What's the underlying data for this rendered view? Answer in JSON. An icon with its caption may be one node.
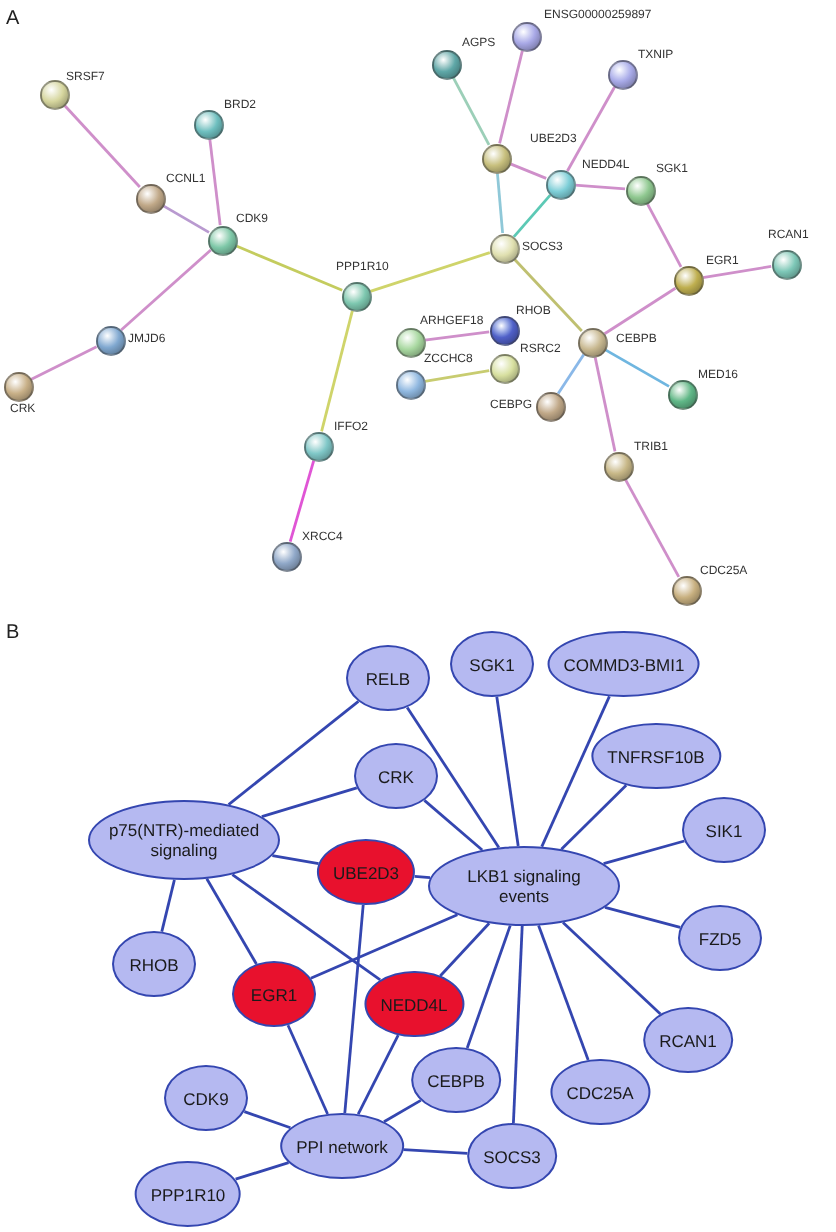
{
  "diagram": {
    "nodes": [
      {
        "text": [],
        "shape": "circle",
        "beside": [
          "ENSG00000259897"
        ]
      },
      {
        "text": [],
        "shape": "circle",
        "beside": [
          "AGPS"
        ]
      },
      {
        "text": [],
        "shape": "circle",
        "beside": [
          "TXNIP"
        ]
      },
      {
        "text": [],
        "shape": "circle",
        "beside": [
          "SRSF7"
        ]
      },
      {
        "text": [],
        "shape": "circle",
        "beside": [
          "BRD2"
        ]
      },
      {
        "text": [],
        "shape": "circle",
        "beside": [
          "UBE2D3"
        ]
      },
      {
        "text": [],
        "shape": "circle",
        "beside": [
          "NEDD4L"
        ]
      },
      {
        "text": [],
        "shape": "circle",
        "beside": [
          "SGK1"
        ]
      },
      {
        "text": [],
        "shape": "circle",
        "beside": [
          "CCNL1"
        ]
      },
      {
        "text": [],
        "shape": "circle",
        "beside": [
          "CDK9"
        ]
      },
      {
        "text": [],
        "shape": "circle",
        "beside": [
          "SOCS3"
        ]
      },
      {
        "text": [],
        "shape": "circle",
        "beside": [
          "RCAN1"
        ]
      },
      {
        "text": [],
        "shape": "circle",
        "beside": [
          "EGR1"
        ]
      },
      {
        "text": [],
        "shape": "circle",
        "beside": [
          "PPP1R10"
        ]
      },
      {
        "text": [],
        "shape": "circle",
        "beside": [
          "RHOB"
        ]
      },
      {
        "text": [],
        "shape": "circle",
        "beside": [
          "JMJD6"
        ]
      },
      {
        "text": [],
        "shape": "circle",
        "beside": [
          "ARHGEF18"
        ]
      },
      {
        "text": [],
        "shape": "circle",
        "beside": [
          "CEBPB"
        ]
      },
      {
        "text": [],
        "shape": "circle",
        "beside": [
          "RSRC2"
        ]
      },
      {
        "text": [],
        "shape": "circle",
        "beside": [
          "ZCCHC8"
        ]
      },
      {
        "text": [],
        "shape": "circle",
        "beside": [
          "CRK"
        ]
      },
      {
        "text": [],
        "shape": "circle",
        "beside": [
          "MED16"
        ]
      },
      {
        "text": [],
        "shape": "circle",
        "beside": [
          "CEBPG"
        ]
      },
      {
        "text": [],
        "shape": "circle",
        "beside": [
          "IFFO2"
        ]
      },
      {
        "text": [],
        "shape": "circle",
        "beside": [
          "TRIB1"
        ]
      },
      {
        "text": [],
        "shape": "circle",
        "beside": [
          "XRCC4"
        ]
      },
      {
        "text": [],
        "shape": "circle",
        "beside": [
          "CDC25A"
        ]
      },
      {
        "text": [
          "RELB"
        ]
      },
      {
        "text": [
          "SGK1"
        ]
      },
      {
        "text": [
          "COMMD3-BMI1"
        ]
      },
      {
        "text": [
          "TNFRSF10B"
        ]
      },
      {
        "text": [
          "CRK"
        ]
      },
      {
        "text": [
          "SIK1"
        ]
      },
      {
        "text": [
          "p75(NTR)-mediated signaling"
        ]
      },
      {
        "text": [
          "UBE2D3"
        ]
      },
      {
        "text": [
          "LKB1 signaling events"
        ]
      },
      {
        "text": [
          "FZD5"
        ]
      },
      {
        "text": [
          "RHOB"
        ]
      },
      {
        "text": [
          "EGR1"
        ]
      },
      {
        "text": [
          "NEDD4L"
        ]
      },
      {
        "text": [
          "RCAN1"
        ]
      },
      {
        "text": [
          "CEBPB"
        ]
      },
      {
        "text": [
          "CDC25A"
        ]
      },
      {
        "text": [
          "CDK9"
        ]
      },
      {
        "text": [
          "PPI network"
        ]
      },
      {
        "text": [
          "SOCS3"
        ]
      },
      {
        "text": [
          "PPP1R10"
        ]
      }
    ],
    "edges": [
      {
        "from": 3,
        "to": 8,
        "arrow": "none",
        "color": "#cf8fca"
      },
      {
        "from": 8,
        "to": 9,
        "arrow": "none",
        "color": "#b99ad0"
      },
      {
        "from": 4,
        "to": 9,
        "arrow": "none",
        "color": "#cf8fca"
      },
      {
        "from": 9,
        "to": 15,
        "arrow": "none",
        "color": "#cf8fca"
      },
      {
        "from": 15,
        "to": 20,
        "arrow": "none",
        "color": "#cf8fca"
      },
      {
        "from": 9,
        "to": 13,
        "arrow": "none",
        "color": "#c4cc5e"
      },
      {
        "from": 13,
        "to": 10,
        "arrow": "none",
        "color": "#cfd46a"
      },
      {
        "from": 13,
        "to": 23,
        "arrow": "none",
        "color": "#cfd46a"
      },
      {
        "from": 23,
        "to": 25,
        "arrow": "none",
        "color": "#e055d5"
      },
      {
        "from": 1,
        "to": 5,
        "arrow": "none",
        "color": "#9ccfb8"
      },
      {
        "from": 0,
        "to": 5,
        "arrow": "none",
        "color": "#cf8fca"
      },
      {
        "from": 5,
        "to": 6,
        "arrow": "none",
        "color": "#cf8fca"
      },
      {
        "from": 5,
        "to": 10,
        "arrow": "none",
        "color": "#8fc8d8"
      },
      {
        "from": 2,
        "to": 6,
        "arrow": "none",
        "color": "#cf8fca"
      },
      {
        "from": 6,
        "to": 7,
        "arrow": "none",
        "color": "#cf8fca"
      },
      {
        "from": 6,
        "to": 10,
        "arrow": "none",
        "color": "#5cc9b5"
      },
      {
        "from": 7,
        "to": 12,
        "arrow": "none",
        "color": "#cf8fca"
      },
      {
        "from": 12,
        "to": 11,
        "arrow": "none",
        "color": "#cf8fca"
      },
      {
        "from": 12,
        "to": 17,
        "arrow": "none",
        "color": "#cf8fca"
      },
      {
        "from": 10,
        "to": 17,
        "arrow": "none",
        "color": "#bfc070"
      },
      {
        "from": 17,
        "to": 22,
        "arrow": "none",
        "color": "#8ab8e8"
      },
      {
        "from": 17,
        "to": 21,
        "arrow": "none",
        "color": "#6fb6e0"
      },
      {
        "from": 17,
        "to": 24,
        "arrow": "none",
        "color": "#cf8fca"
      },
      {
        "from": 24,
        "to": 26,
        "arrow": "none",
        "color": "#cf8fca"
      },
      {
        "from": 16,
        "to": 14,
        "arrow": "none",
        "color": "#cf8fca"
      },
      {
        "from": 19,
        "to": 18,
        "arrow": "none",
        "color": "#c8cc70"
      },
      {
        "from": 33,
        "to": 27,
        "arrow": "none"
      },
      {
        "from": 33,
        "to": 31,
        "arrow": "none"
      },
      {
        "from": 33,
        "to": 34,
        "arrow": "none"
      },
      {
        "from": 33,
        "to": 37,
        "arrow": "none"
      },
      {
        "from": 33,
        "to": 38,
        "arrow": "none"
      },
      {
        "from": 33,
        "to": 39,
        "arrow": "none"
      },
      {
        "from": 35,
        "to": 27,
        "arrow": "none"
      },
      {
        "from": 35,
        "to": 28,
        "arrow": "none"
      },
      {
        "from": 35,
        "to": 29,
        "arrow": "none"
      },
      {
        "from": 35,
        "to": 30,
        "arrow": "none"
      },
      {
        "from": 35,
        "to": 31,
        "arrow": "none"
      },
      {
        "from": 35,
        "to": 32,
        "arrow": "none"
      },
      {
        "from": 35,
        "to": 34,
        "arrow": "none"
      },
      {
        "from": 35,
        "to": 36,
        "arrow": "none"
      },
      {
        "from": 35,
        "to": 38,
        "arrow": "none"
      },
      {
        "from": 35,
        "to": 39,
        "arrow": "none"
      },
      {
        "from": 35,
        "to": 40,
        "arrow": "none"
      },
      {
        "from": 35,
        "to": 41,
        "arrow": "none"
      },
      {
        "from": 35,
        "to": 42,
        "arrow": "none"
      },
      {
        "from": 35,
        "to": 45,
        "arrow": "none"
      },
      {
        "from": 44,
        "to": 34,
        "arrow": "none"
      },
      {
        "from": 44,
        "to": 38,
        "arrow": "none"
      },
      {
        "from": 44,
        "to": 39,
        "arrow": "none"
      },
      {
        "from": 44,
        "to": 41,
        "arrow": "none"
      },
      {
        "from": 44,
        "to": 45,
        "arrow": "none"
      },
      {
        "from": 44,
        "to": 43,
        "arrow": "none"
      },
      {
        "from": 44,
        "to": 46,
        "arrow": "none"
      }
    ],
    "labels": [
      "A",
      "B"
    ]
  }
}
